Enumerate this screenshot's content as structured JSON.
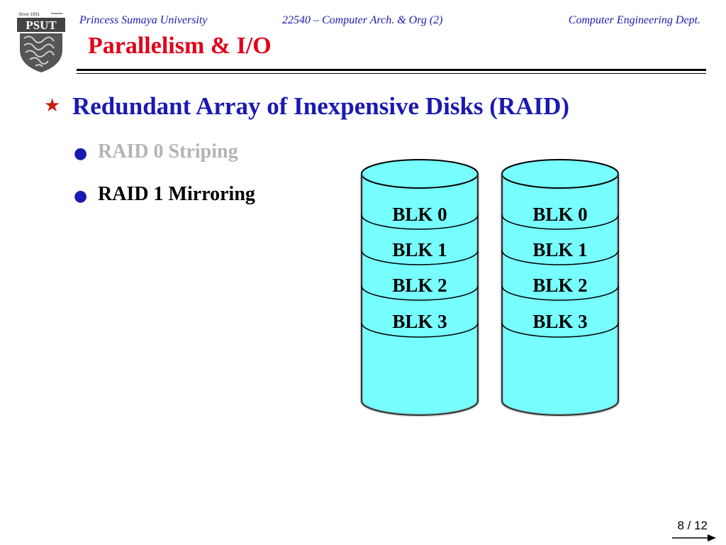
{
  "header": {
    "logo_since": "Since 1991",
    "logo_text": "PSUT",
    "university": "Princess Sumaya University",
    "course": "22540 – Computer Arch. & Org (2)",
    "department": "Computer Engineering Dept."
  },
  "slide": {
    "title": "Parallelism & I/O",
    "heading": "Redundant Array of Inexpensive Disks (RAID)",
    "bullets": [
      {
        "label": "RAID 0 Striping"
      },
      {
        "label": "RAID 1 Mirroring"
      }
    ]
  },
  "disks": [
    {
      "blocks": [
        "BLK 0",
        "BLK 1",
        "BLK 2",
        "BLK 3"
      ]
    },
    {
      "blocks": [
        "BLK 0",
        "BLK 1",
        "BLK 2",
        "BLK 3"
      ]
    }
  ],
  "footer": {
    "page": "8 / 12"
  },
  "colors": {
    "title": "#e0001a",
    "header_text": "#1a1ab0",
    "heading": "#1a1ab0",
    "star": "#c82010",
    "bullet_dim": "#b4b4b4",
    "disk_fill": "#77ffff"
  },
  "icons": {
    "heading_marker": "star-icon",
    "bullet_marker": "bullet-dot-icon"
  }
}
